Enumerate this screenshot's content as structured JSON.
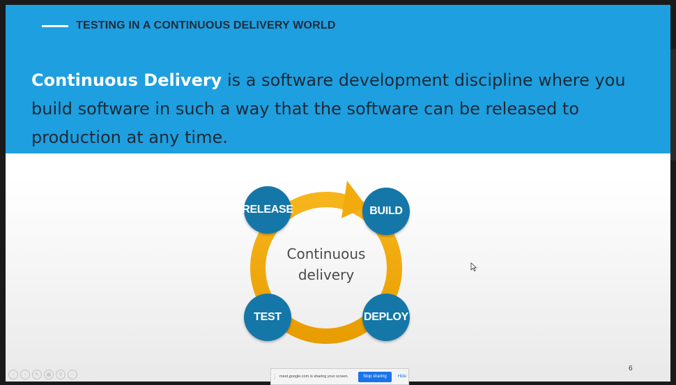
{
  "slide": {
    "heading": "TESTING IN A CONTINUOUS DELIVERY WORLD",
    "definition_term": "Continuous Delivery",
    "definition_rest": " is a software development discipline where you build software in such a way that the software can be released to production at any time.",
    "diagram": {
      "center_line1": "Continuous",
      "center_line2": "delivery",
      "nodes": {
        "release": "RELEASE",
        "build": "BUILD",
        "deploy": "DEPLOY",
        "test": "TEST"
      },
      "colors": {
        "ring": "#f2aa0c",
        "node": "#1577a8",
        "banner": "#1e9fe0"
      }
    },
    "page_number": "6"
  },
  "share_bar": {
    "message": "meet.google.com is sharing your screen.",
    "stop_label": "Stop sharing",
    "hide_label": "Hide"
  },
  "nav_icons": [
    "prev-icon",
    "next-icon",
    "pen-icon",
    "slides-icon",
    "zoom-icon",
    "more-icon"
  ]
}
